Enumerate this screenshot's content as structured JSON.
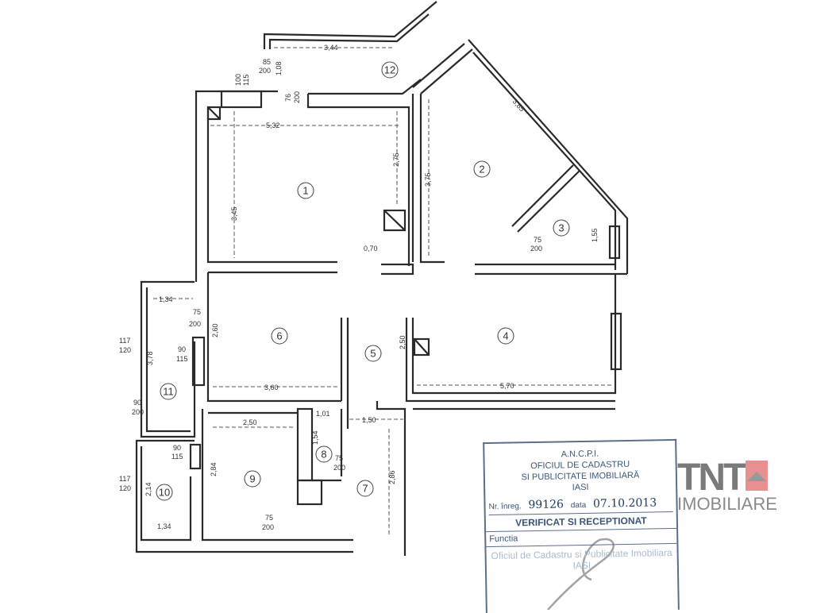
{
  "rooms": [
    "1",
    "2",
    "3",
    "4",
    "5",
    "6",
    "7",
    "8",
    "9",
    "10",
    "11",
    "12"
  ],
  "dimensions": {
    "balcony_len": "3,44",
    "balcony_depth": "1,08",
    "door_85": "85",
    "door_200": "200",
    "win_100": "100",
    "win_115": "115",
    "door_76": "76",
    "door_200b": "200",
    "room1_w": "5,32",
    "room1_h": "3,45",
    "room1_h2": "2,75",
    "room1_off": "0,70",
    "room2_h": "3,75",
    "diag": "3,85",
    "room3_h": "1,55",
    "room6_w": "3,60",
    "room6_h": "2,60",
    "room4_w": "5,70",
    "room4_h": "2,50",
    "room11_w": "1,34",
    "room11_h": "3,78",
    "corr_w": "1,50",
    "room9_w": "2,50",
    "room9_h": "2,84",
    "room8_w": "1,01",
    "room8_h": "1,54",
    "room10_w": "1,34",
    "room10_h": "2,14",
    "room7_h": "2,86",
    "d75": "75",
    "d200": "200",
    "d90": "90",
    "d115": "115",
    "d117": "117",
    "d120": "120"
  },
  "stamp": {
    "line1": "A.N.C.P.I.",
    "line2": "OFICIUL DE CADASTRU",
    "line3": "SI PUBLICITATE IMOBILIARĂ",
    "line4": "IASI",
    "reg_label": "Nr. înreg.",
    "reg_number": "99126",
    "date_label": "data",
    "date": "07.10.2013",
    "verified": "VERIFICAT SI RECEPTIONAT",
    "function_label": "Functia",
    "faded": "Oficiul de Cadastru si Publicitate Imobiliara IASI"
  },
  "logo": {
    "brand": "TNT",
    "sub": "IMOBILIARE",
    "accent": "#e89090"
  }
}
